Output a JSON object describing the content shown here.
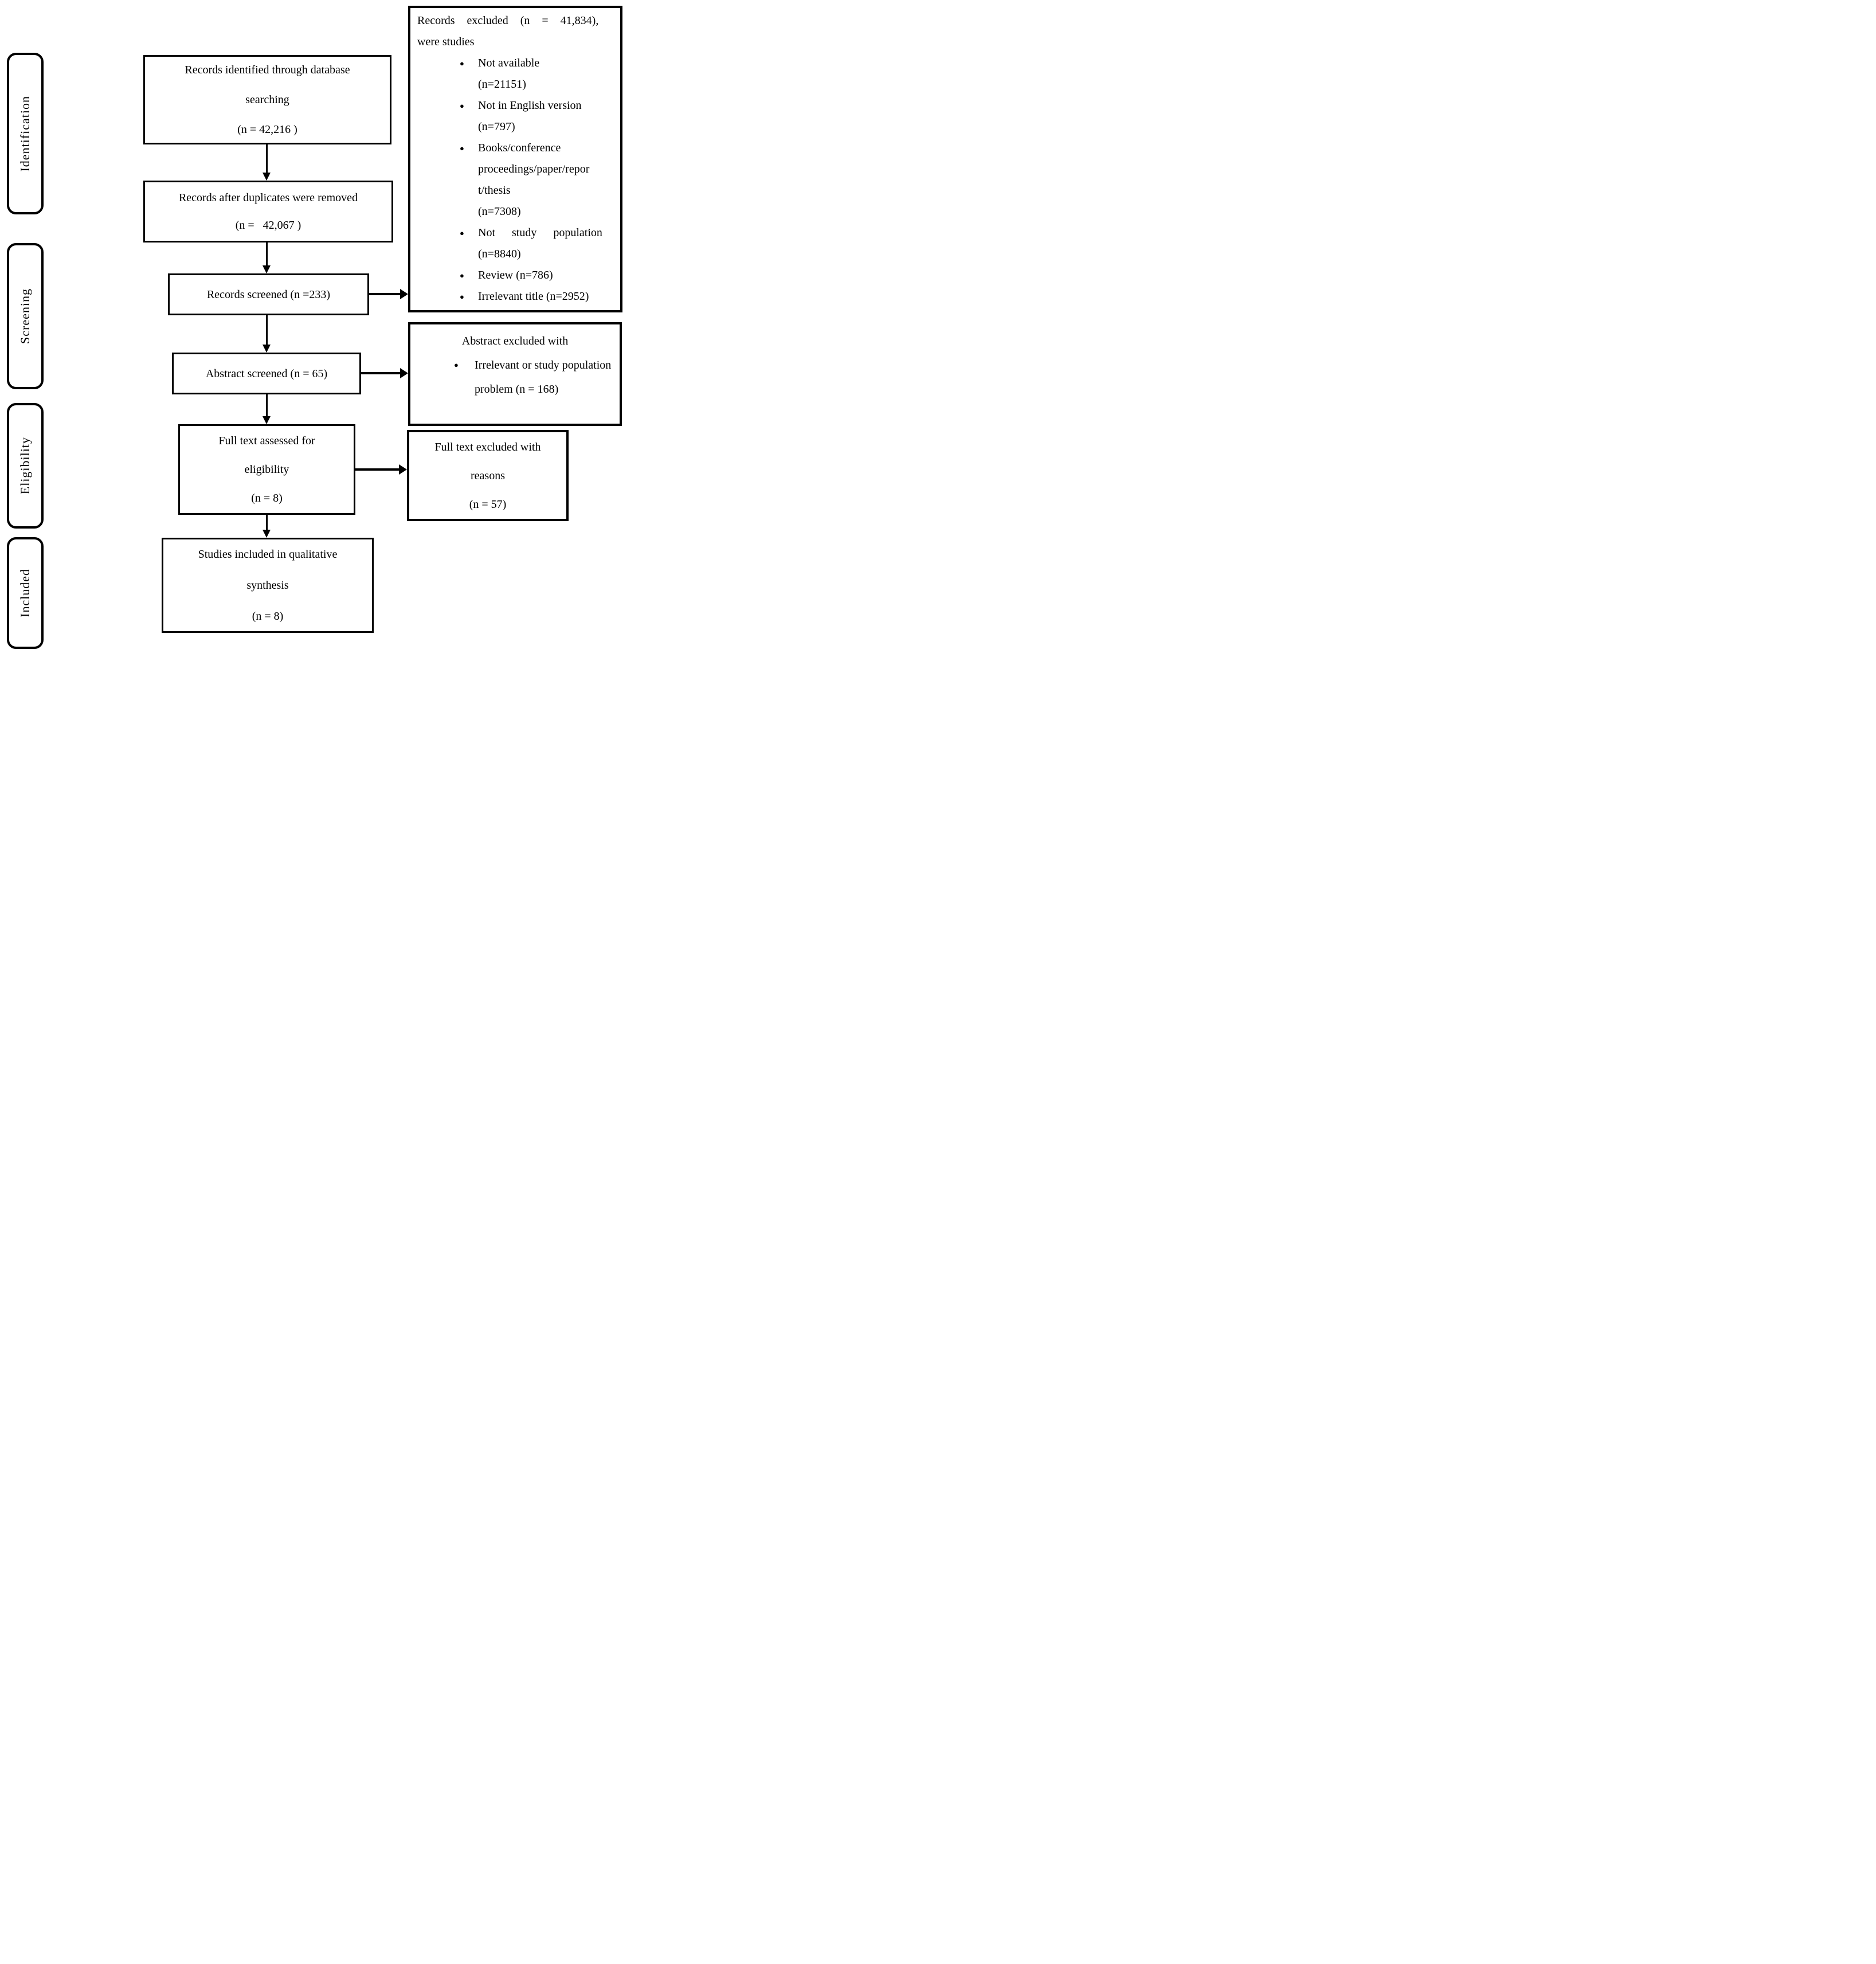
{
  "figure": {
    "kind": "PRISMA flow diagram",
    "ink_color": "#000000",
    "background_color": "#ffffff"
  },
  "stages": [
    {
      "label": "Identification"
    },
    {
      "label": "Screening"
    },
    {
      "label": "Eligibility"
    },
    {
      "label": "Included"
    }
  ],
  "flow_boxes": [
    {
      "id": "records-identified",
      "text": "Records identified through database\nsearching\n(n = 42,216 )"
    },
    {
      "id": "records-deduplicated",
      "text": "Records after duplicates were removed\n(n =   42,067 )"
    },
    {
      "id": "records-screened",
      "text": "Records screened (n =233)"
    },
    {
      "id": "abstract-screened",
      "text": "Abstract screened (n = 65)"
    },
    {
      "id": "fulltext-assessed",
      "text": "Full text assessed for\neligibility\n(n = 8)"
    },
    {
      "id": "studies-included",
      "text": "Studies included in qualitative\nsynthesis\n(n = 8)"
    }
  ],
  "exclusion_boxes": {
    "records_excluded": {
      "title": "Records excluded (n = 41,834),\nwere studies",
      "bullets": [
        {
          "text": "Not available\n(n=21151)"
        },
        {
          "text": "Not in English version\n(n=797)"
        },
        {
          "text": "Books/conference\nproceedings/paper/repor\nt/thesis\n(n=7308)"
        },
        {
          "text": "Not study population\n(n=8840)"
        },
        {
          "text": "Review (n=786)"
        },
        {
          "text": "Irrelevant title (n=2952)"
        }
      ]
    },
    "abstract_excluded": {
      "title": "Abstract excluded with",
      "bullets": [
        {
          "text": "Irrelevant or study population problem (n = 168)"
        }
      ]
    },
    "fulltext_excluded": {
      "text": "Full text excluded with\nreasons\n(n = 57)"
    }
  }
}
